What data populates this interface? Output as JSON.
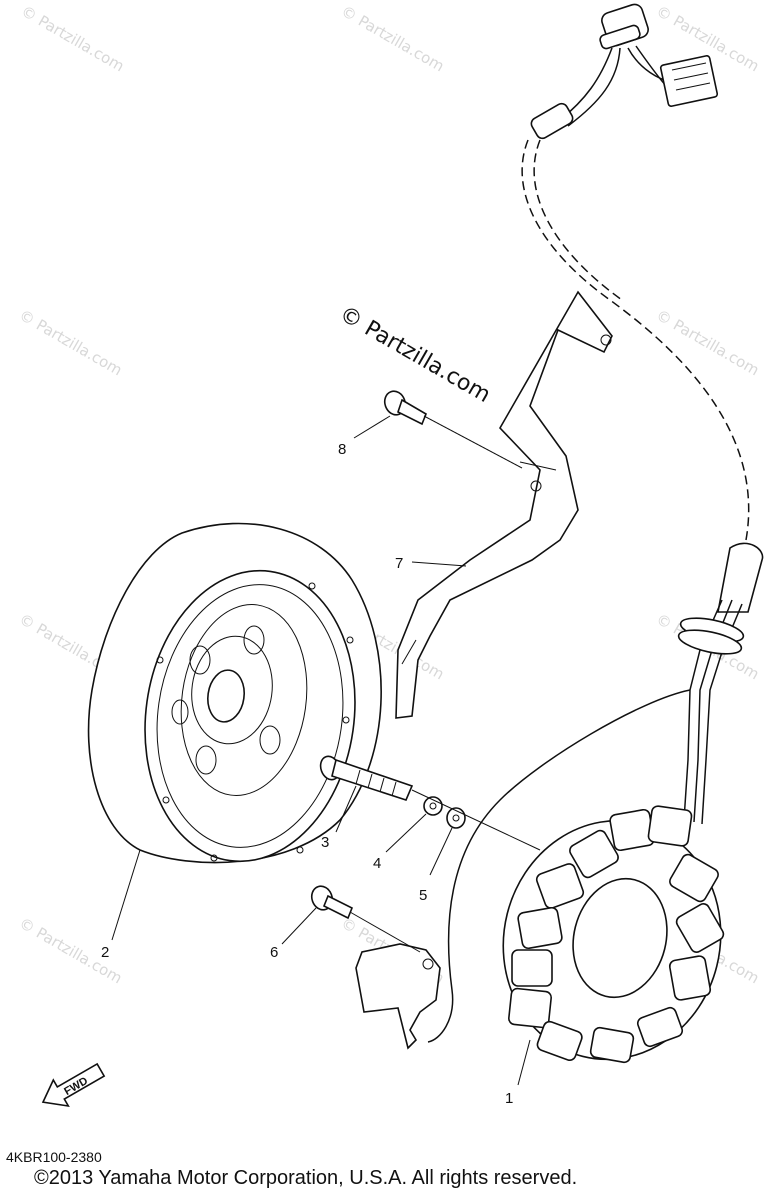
{
  "watermark": "© Partzilla.com",
  "brand_watermark": "© Partzilla.com",
  "callouts": [
    {
      "id": "1",
      "label": "1"
    },
    {
      "id": "2",
      "label": "2"
    },
    {
      "id": "3",
      "label": "3"
    },
    {
      "id": "4",
      "label": "4"
    },
    {
      "id": "5",
      "label": "5"
    },
    {
      "id": "6",
      "label": "6"
    },
    {
      "id": "7",
      "label": "7"
    },
    {
      "id": "8",
      "label": "8"
    }
  ],
  "fwd_label": "FWD",
  "diagram_code": "4KBR100-2380",
  "copyright": "©2013  Yamaha Motor Corporation, U.S.A. All rights reserved."
}
